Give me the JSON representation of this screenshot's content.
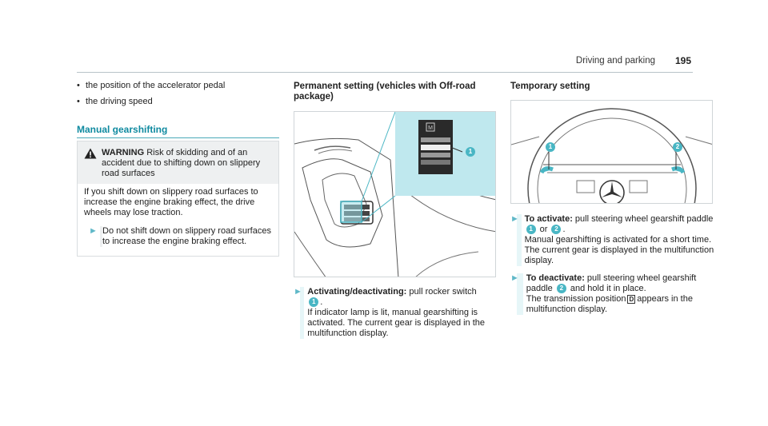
{
  "header": {
    "title": "Driving and parking",
    "page": "195"
  },
  "left": {
    "bullets": [
      "the position of the accelerator pedal",
      "the driving speed"
    ],
    "section_title": "Manual gearshifting",
    "warning": {
      "label": "WARNING",
      "heading": "Risk of skidding and of an accident due to shifting down on slippery road surfaces",
      "body": "If you shift down on slippery road surfaces to increase the engine braking effect, the drive wheels may lose traction.",
      "step": "Do not shift down on slippery road surfaces to increase the engine braking effect."
    }
  },
  "middle": {
    "title": "Permanent setting (vehicles with Off-road package)",
    "fig_badge": "1",
    "instr_label": "Activating/deactivating:",
    "instr_text1": " pull rocker switch",
    "instr_badge": "1",
    "instr_text2": "If indicator lamp is lit, manual gearshifting is activated. The current gear is displayed in the multifunction display."
  },
  "right": {
    "title": "Temporary setting",
    "fig_badge1": "1",
    "fig_badge2": "2",
    "activate": {
      "label": "To activate:",
      "text1": " pull steering wheel gearshift paddle",
      "badge1": "1",
      "or": "or",
      "badge2": "2",
      "text2": "Manual gearshifting is activated for a short time. The current gear is displayed in the multifunction display."
    },
    "deactivate": {
      "label": "To deactivate:",
      "text1": " pull steering wheel gearshift paddle",
      "badge": "2",
      "text2": "and hold it in place.",
      "text3a": "The transmission position",
      "gear": "D",
      "text3b": "appears in the multifunction display."
    }
  }
}
